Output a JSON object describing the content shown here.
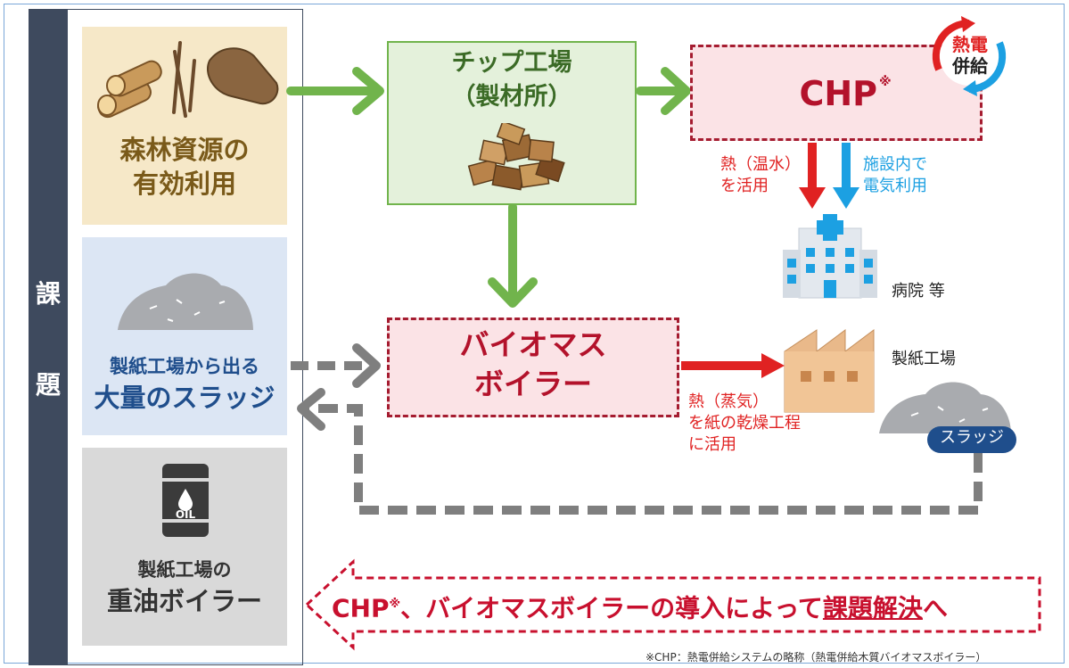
{
  "left_panel": {
    "kadai_chars": [
      "課",
      "題"
    ],
    "forest": [
      "森林資源の",
      "有効利用"
    ],
    "sludge": [
      "製紙工場から出る",
      "大量のスラッジ"
    ],
    "oil_drum_text": "OIL",
    "boiler": [
      "製紙工場の",
      "重油ボイラー"
    ]
  },
  "chip_factory": [
    "チップ工場",
    "（製材所）"
  ],
  "chp": {
    "label": "CHP",
    "mark": "※"
  },
  "cogen_badge": [
    "熱電",
    "併給"
  ],
  "heat_use": [
    "熱（温水）",
    "を活用"
  ],
  "power_use": [
    "施設内で",
    "電気利用"
  ],
  "hospital_label": "病院 等",
  "biomass_boiler": [
    "バイオマス",
    "ボイラー"
  ],
  "steam_use": [
    "熱（蒸気）",
    "を紙の乾燥工程",
    "に活用"
  ],
  "paper_mill_label": "製紙工場",
  "sludge_badge": "スラッジ",
  "banner": {
    "part1": "CHP",
    "mark": "※",
    "part2": "、バイオマスボイラーの導入によって",
    "emphasis": "課題解決",
    "part3": "へ"
  },
  "footnote": "※CHP：熱電併給システムの略称（熱電併給木質バイオマスボイラー）",
  "colors": {
    "green": "#71b44c",
    "red": "#c8102e",
    "blue": "#1ca0e2",
    "navy": "#3e4a5e",
    "gray": "#808080"
  }
}
